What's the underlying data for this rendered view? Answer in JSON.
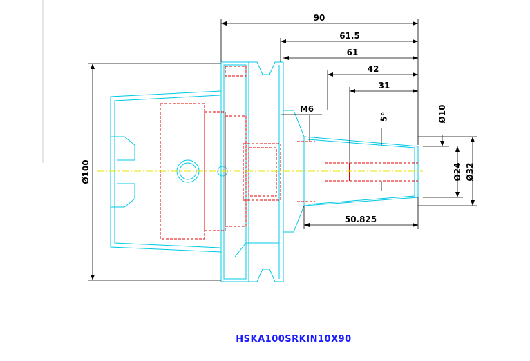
{
  "drawing": {
    "part_number": "HSKA100SRKIN10X90",
    "dimensions": {
      "overall_length": "90",
      "length_61_5": "61.5",
      "length_61": "61",
      "length_42": "42",
      "length_31": "31",
      "thread": "M6",
      "taper_angle": "5°",
      "length_50_825": "50.825",
      "diameter_100": "Ø100",
      "diameter_10": "Ø10",
      "diameter_24": "Ø24",
      "diameter_32": "Ø32"
    },
    "colors": {
      "outline": "#00c8e6",
      "hidden": "#e60000",
      "center": "#e6e600",
      "dimension": "#000000",
      "title": "#1a1aff"
    }
  }
}
